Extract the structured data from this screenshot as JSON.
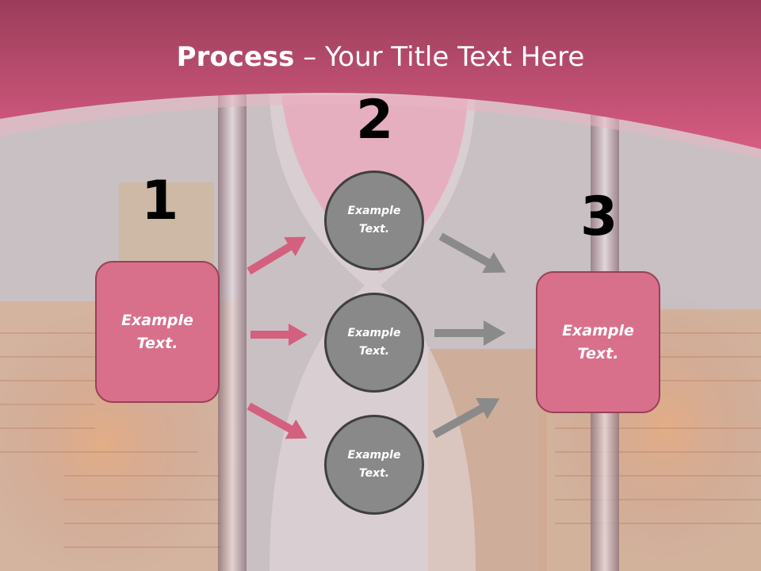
{
  "slide": {
    "title_bold": "Process",
    "title_dash": "–",
    "title_rest": "Your Title Text Here"
  },
  "steps": {
    "step1": {
      "number": "1",
      "text_line1": "Example",
      "text_line2": "Text."
    },
    "step2": {
      "number": "2",
      "circles": [
        {
          "text_line1": "Example",
          "text_line2": "Text."
        },
        {
          "text_line1": "Example",
          "text_line2": "Text."
        },
        {
          "text_line1": "Example",
          "text_line2": "Text."
        }
      ]
    },
    "step3": {
      "number": "3",
      "text_line1": "Example",
      "text_line2": "Text."
    }
  },
  "colors": {
    "header": "#d05a7e",
    "box_fill": "#d8708b",
    "circle_fill": "#898989",
    "arrow_pink": "#d4607f",
    "arrow_gray": "#8a8a8a"
  }
}
